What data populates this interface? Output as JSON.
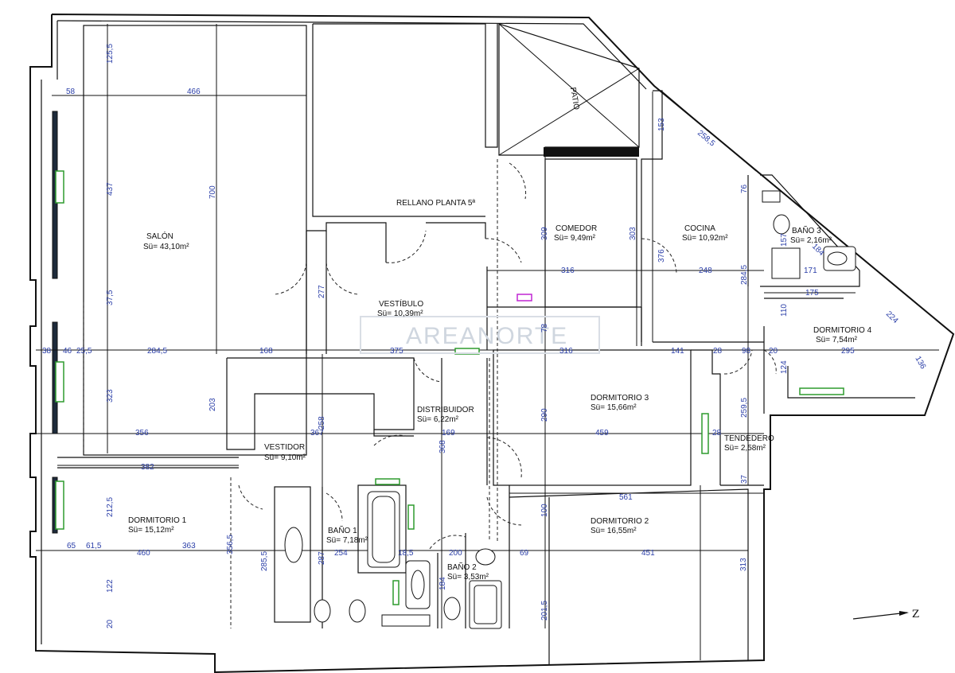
{
  "rooms": {
    "salon": {
      "name": "SALÓN",
      "area": "Sü= 43,10m²"
    },
    "rellano": {
      "name": "RELLANO PLANTA 5ª"
    },
    "patio": {
      "name": "PATIO"
    },
    "comedor": {
      "name": "COMEDOR",
      "area": "Sü= 9,49m²"
    },
    "cocina": {
      "name": "COCINA",
      "area": "Sü= 10,92m²"
    },
    "bano3": {
      "name": "BAÑO 3",
      "area": "Sü= 2,16m²"
    },
    "vestibulo": {
      "name": "VESTÍBULO",
      "area": "Sü= 10,39m²"
    },
    "dormitorio4": {
      "name": "DORMITORIO 4",
      "area": "Sü= 7,54m²"
    },
    "distribuidor": {
      "name": "DISTRIBUIDOR",
      "area": "Sü= 6,22m²"
    },
    "dormitorio3": {
      "name": "DORMITORIO 3",
      "area": "Sü= 15,66m²"
    },
    "tendedero": {
      "name": "TENDEDERO",
      "area": "Sü= 2,58m²"
    },
    "vestidor": {
      "name": "VESTIDOR",
      "area": "Sü= 9,10m²"
    },
    "dormitorio1": {
      "name": "DORMITORIO 1",
      "area": "Sü= 15,12m²"
    },
    "bano1": {
      "name": "BAÑO 1",
      "area": "Sü= 7,18m²"
    },
    "dormitorio2": {
      "name": "DORMITORIO 2",
      "area": "Sü= 16,55m²"
    },
    "bano2": {
      "name": "BAÑO 2",
      "area": "Sü= 3,53m²"
    }
  },
  "dimensions": {
    "d125_5": "125,5",
    "d58": "58",
    "d466": "466",
    "d437": "437",
    "d700": "700",
    "d37_5": "37,5",
    "d38": "38",
    "d46": "46",
    "d25_5": "25,5",
    "d284_5": "284,5",
    "d168": "168",
    "d375": "375",
    "d323": "323",
    "d203": "203",
    "d356": "356",
    "d382": "382",
    "d277": "277",
    "d258": "258",
    "d367": "367",
    "d169": "169",
    "d368": "368",
    "d309": "309",
    "d303": "303",
    "d316a": "316",
    "d316b": "316",
    "d78": "78",
    "d290": "290",
    "d459": "459",
    "d153": "153",
    "d258_5": "258,5",
    "d76": "76",
    "d376": "376",
    "d248": "248",
    "d284_5b": "284,5",
    "d157": "157",
    "d184": "184",
    "d171": "171",
    "d175": "175",
    "d110": "110",
    "d224": "224",
    "d141": "141",
    "d28a": "28",
    "d98": "98",
    "d20": "20",
    "d295": "295",
    "d136": "136",
    "d124": "124",
    "d259_5": "259,5",
    "d28b": "28",
    "d37": "37",
    "d561": "561",
    "d100": "100",
    "d212_5": "212,5",
    "d65": "65",
    "d61_5": "61,5",
    "d460": "460",
    "d363": "363",
    "d356_5": "356,5",
    "d122": "122",
    "d20b": "20",
    "d285_5": "285,5",
    "d287": "287",
    "d254": "254",
    "d18_5": "18,5",
    "d200": "200",
    "d69": "69",
    "d451": "451",
    "d184b": "184",
    "d201_5": "201,5",
    "d313": "313"
  },
  "watermark": "AREANORTE",
  "north_label": "Z"
}
